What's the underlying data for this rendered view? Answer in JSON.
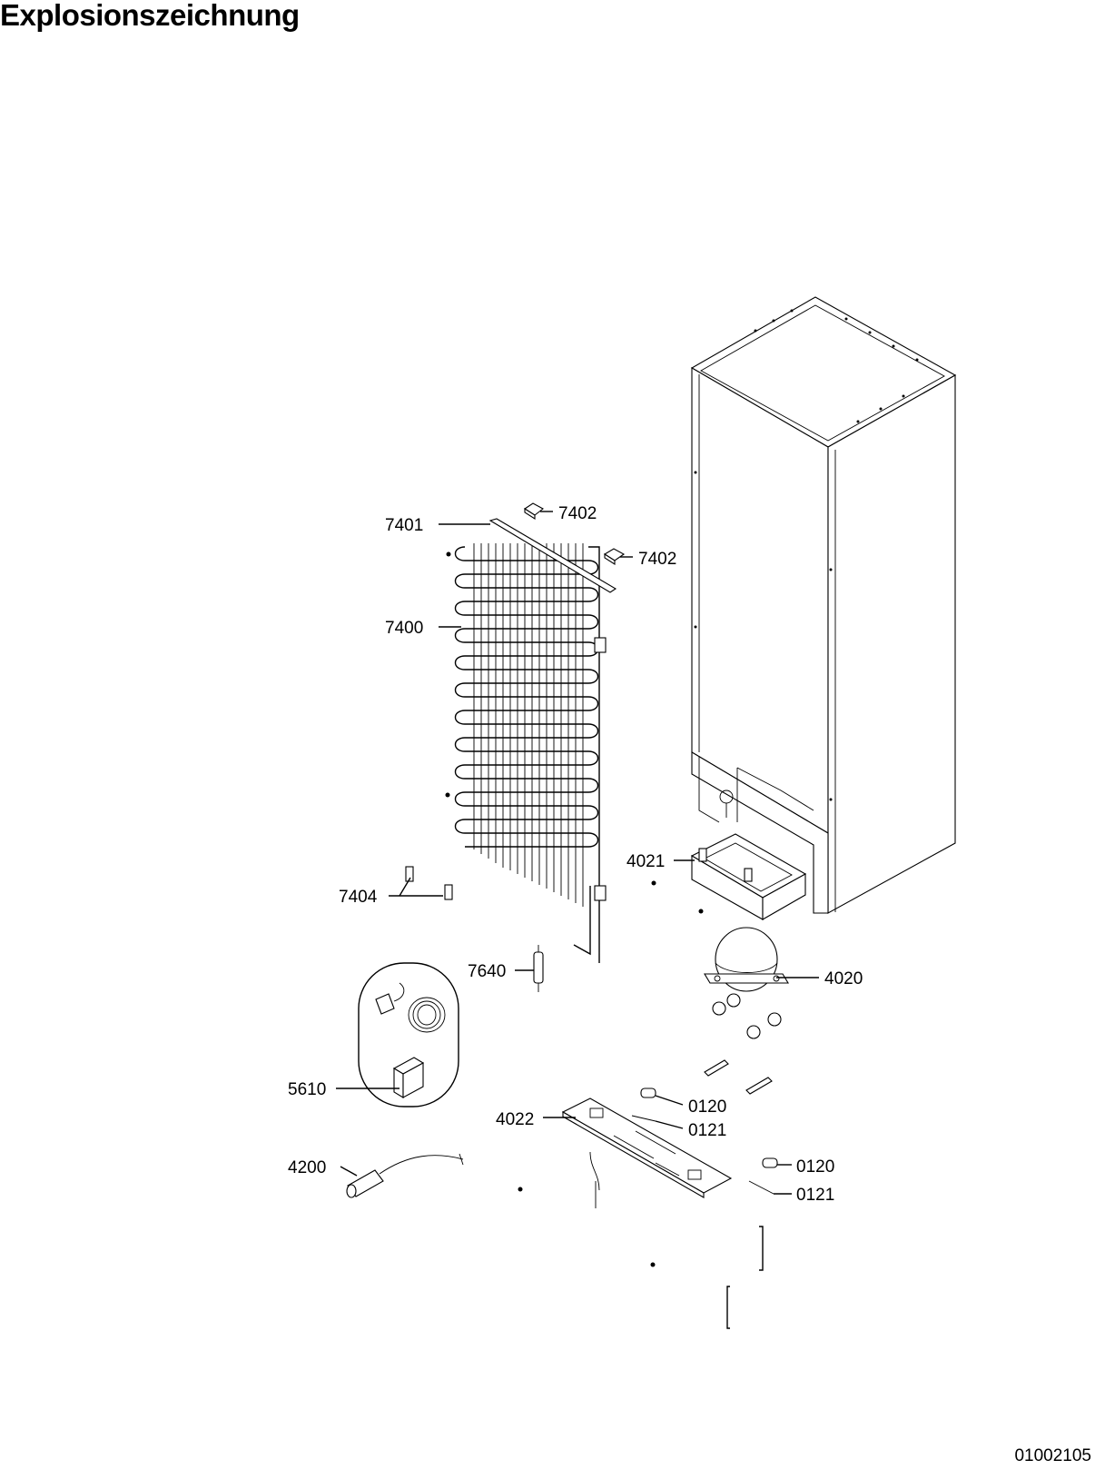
{
  "title": "Explosionszeichnung",
  "document_number": "01002105",
  "callouts": [
    {
      "id": "c-7401",
      "label": "7401"
    },
    {
      "id": "c-7402a",
      "label": "7402"
    },
    {
      "id": "c-7402b",
      "label": "7402"
    },
    {
      "id": "c-7400",
      "label": "7400"
    },
    {
      "id": "c-4021",
      "label": "4021"
    },
    {
      "id": "c-7404",
      "label": "7404"
    },
    {
      "id": "c-7640",
      "label": "7640"
    },
    {
      "id": "c-4020",
      "label": "4020"
    },
    {
      "id": "c-5610",
      "label": "5610"
    },
    {
      "id": "c-0120a",
      "label": "0120"
    },
    {
      "id": "c-4022",
      "label": "4022"
    },
    {
      "id": "c-0121a",
      "label": "0121"
    },
    {
      "id": "c-4200",
      "label": "4200"
    },
    {
      "id": "c-0120b",
      "label": "0120"
    },
    {
      "id": "c-0121b",
      "label": "0121"
    }
  ]
}
